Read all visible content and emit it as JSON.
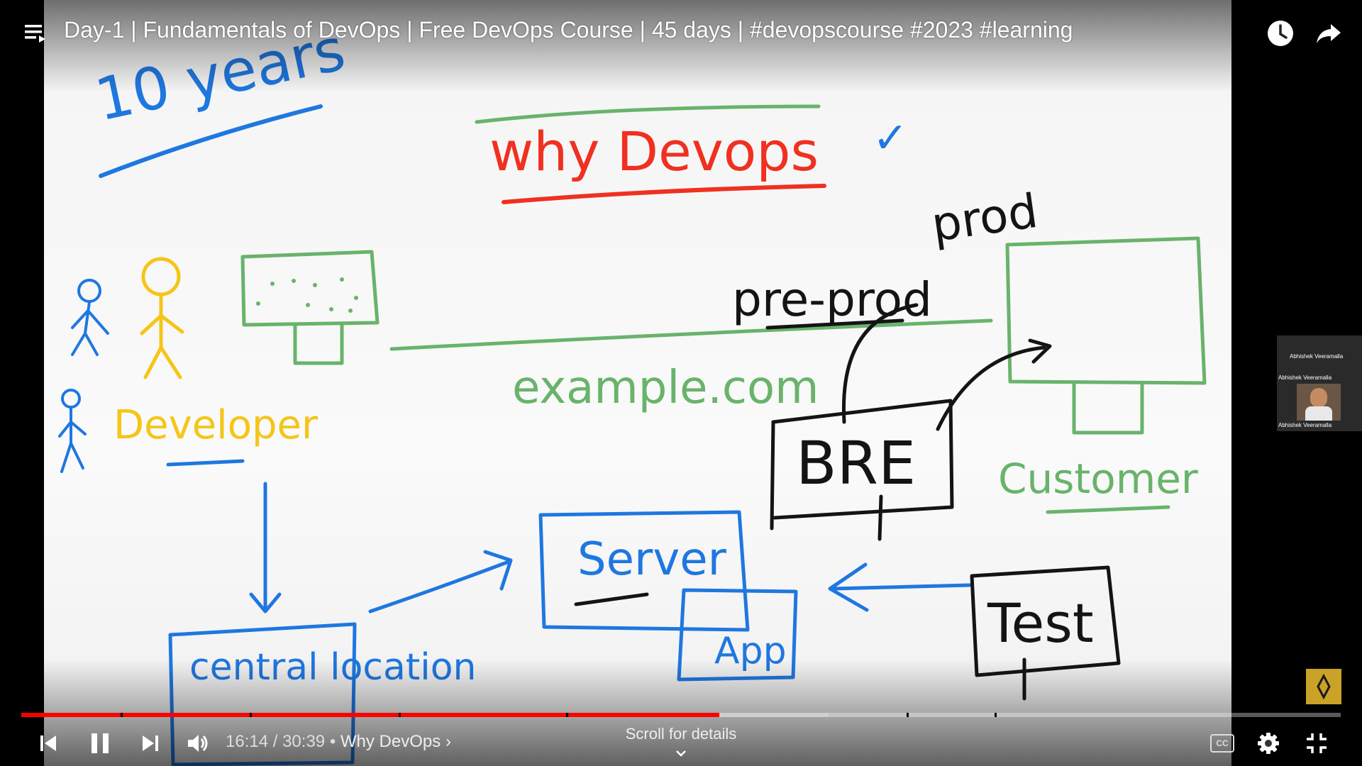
{
  "video": {
    "title": "Day-1 | Fundamentals of DevOps | Free DevOps Course | 45 days | #devopscourse #2023 #learning",
    "current_time": "16:14",
    "duration": "30:39",
    "separator": "/",
    "dot": "•",
    "chapter": "Why DevOps",
    "chapter_arrow": "›",
    "scroll_hint": "Scroll for details",
    "progress_fraction": 0.529,
    "buffered_fraction": 0.612
  },
  "icons": {
    "menu": "playlist-menu-icon",
    "watch_later": "clock-icon",
    "share": "share-icon",
    "prev": "skip-previous-icon",
    "pause": "pause-icon",
    "next": "skip-next-icon",
    "volume": "volume-icon",
    "captions": "cc-icon",
    "settings": "gear-icon",
    "exit_fullscreen": "exit-fullscreen-icon"
  },
  "captions_label": "CC",
  "whiteboard": {
    "ten_years": "10 years",
    "why_devops": "why Devops",
    "developer": "Developer",
    "example_com": "example.com",
    "pre_prod": "pre-prod",
    "prod": "prod",
    "bre": "BRE",
    "customer": "Customer",
    "server": "Server",
    "app": "App",
    "central_location": "central location",
    "test": "Test",
    "check": "✓"
  },
  "presenter": {
    "name": "Abhishek Veeramalla"
  },
  "colors": {
    "progress_played": "#ff0000",
    "progress_buffered": "#cfcfcf",
    "progress_rest": "rgba(255,255,255,0.35)",
    "ink_blue": "#1f77e0",
    "ink_red": "#f03020",
    "ink_green": "#69b36b",
    "ink_yellow": "#f5c518",
    "ink_black": "#141414"
  }
}
